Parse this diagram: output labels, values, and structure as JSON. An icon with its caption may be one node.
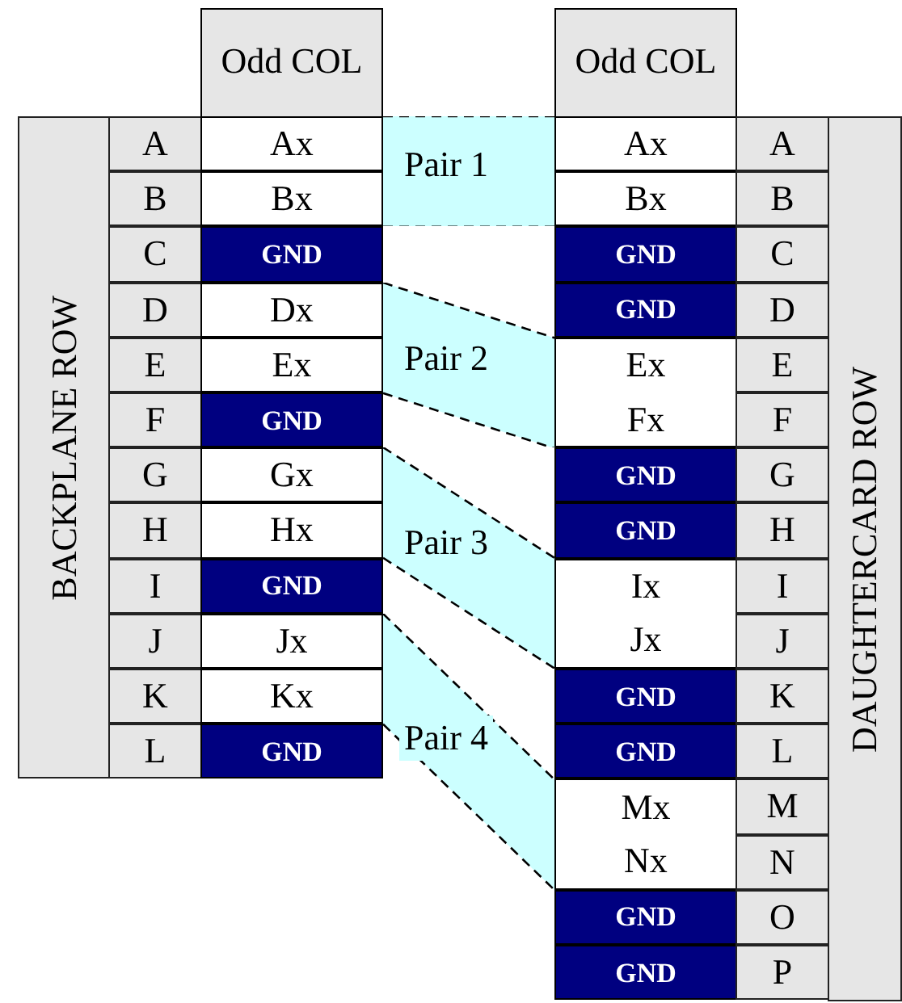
{
  "diagram": {
    "nodes": [
      {
        "text": [
          "Odd COL"
        ]
      },
      {
        "text": [
          "Odd COL"
        ]
      },
      {
        "text": [
          "BACKPLANE ROW"
        ]
      },
      {
        "text": [
          "A"
        ]
      },
      {
        "text": [
          "Ax"
        ]
      },
      {
        "text": [
          "B"
        ]
      },
      {
        "text": [
          "Bx"
        ]
      },
      {
        "text": [
          "C"
        ]
      },
      {
        "text": [
          "GND"
        ]
      },
      {
        "text": [
          "D"
        ]
      },
      {
        "text": [
          "Dx"
        ]
      },
      {
        "text": [
          "E"
        ]
      },
      {
        "text": [
          "Ex"
        ]
      },
      {
        "text": [
          "F"
        ]
      },
      {
        "text": [
          "GND"
        ]
      },
      {
        "text": [
          "G"
        ]
      },
      {
        "text": [
          "Gx"
        ]
      },
      {
        "text": [
          "H"
        ]
      },
      {
        "text": [
          "Hx"
        ]
      },
      {
        "text": [
          "I"
        ]
      },
      {
        "text": [
          "GND"
        ]
      },
      {
        "text": [
          "J"
        ]
      },
      {
        "text": [
          "Jx"
        ]
      },
      {
        "text": [
          "K"
        ]
      },
      {
        "text": [
          "Kx"
        ]
      },
      {
        "text": [
          "L"
        ]
      },
      {
        "text": [
          "GND"
        ]
      },
      {
        "text": [
          "Pair 1"
        ]
      },
      {
        "text": [
          "Pair 2"
        ]
      },
      {
        "text": [
          "Pair 3"
        ]
      },
      {
        "text": [
          "Pair 4"
        ]
      },
      {
        "text": [
          "Ax"
        ]
      },
      {
        "text": [
          "A"
        ]
      },
      {
        "text": [
          "Bx"
        ]
      },
      {
        "text": [
          "B"
        ]
      },
      {
        "text": [
          "GND"
        ]
      },
      {
        "text": [
          "C"
        ]
      },
      {
        "text": [
          "GND"
        ]
      },
      {
        "text": [
          "D"
        ]
      },
      {
        "text": [
          "Ex",
          "Fx"
        ]
      },
      {
        "text": [
          "E"
        ]
      },
      {
        "text": [
          "F"
        ]
      },
      {
        "text": [
          "GND"
        ]
      },
      {
        "text": [
          "G"
        ]
      },
      {
        "text": [
          "GND"
        ]
      },
      {
        "text": [
          "H"
        ]
      },
      {
        "text": [
          "Ix",
          "Jx"
        ]
      },
      {
        "text": [
          "I"
        ]
      },
      {
        "text": [
          "J"
        ]
      },
      {
        "text": [
          "GND"
        ]
      },
      {
        "text": [
          "K"
        ]
      },
      {
        "text": [
          "GND"
        ]
      },
      {
        "text": [
          "L"
        ]
      },
      {
        "text": [
          "Mx",
          "Nx"
        ]
      },
      {
        "text": [
          "M"
        ]
      },
      {
        "text": [
          "N"
        ]
      },
      {
        "text": [
          "GND"
        ]
      },
      {
        "text": [
          "O"
        ]
      },
      {
        "text": [
          "GND"
        ]
      },
      {
        "text": [
          "P"
        ]
      },
      {
        "text": [
          "DAUGHTERCARD ROW"
        ]
      }
    ],
    "edges": []
  }
}
